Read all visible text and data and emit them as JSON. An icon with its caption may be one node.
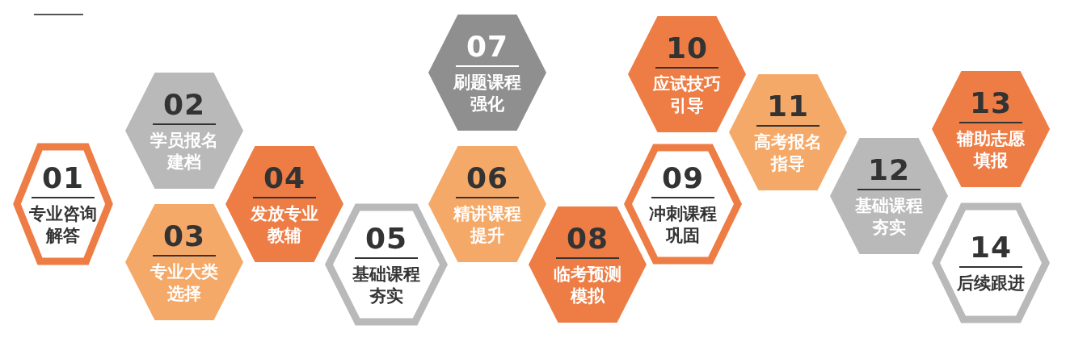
{
  "diagram": {
    "nodes": [
      {
        "text": [
          "01",
          "专业咨询解答"
        ]
      },
      {
        "text": [
          "02",
          "学员报名建档"
        ]
      },
      {
        "text": [
          "03",
          "专业大类选择"
        ]
      },
      {
        "text": [
          "04",
          "发放专业教辅"
        ]
      },
      {
        "text": [
          "05",
          "基础课程夯实"
        ]
      },
      {
        "text": [
          "06",
          "精讲课程提升"
        ]
      },
      {
        "text": [
          "07",
          "刷题课程强化"
        ]
      },
      {
        "text": [
          "08",
          "临考预测模拟"
        ]
      },
      {
        "text": [
          "09",
          "冲刺课程巩固"
        ]
      },
      {
        "text": [
          "10",
          "应试技巧引导"
        ]
      },
      {
        "text": [
          "11",
          "高考报名指导"
        ]
      },
      {
        "text": [
          "12",
          "基础课程夯实"
        ]
      },
      {
        "text": [
          "13",
          "辅助志愿填报"
        ]
      },
      {
        "text": [
          "14",
          "后续跟进"
        ]
      }
    ]
  }
}
